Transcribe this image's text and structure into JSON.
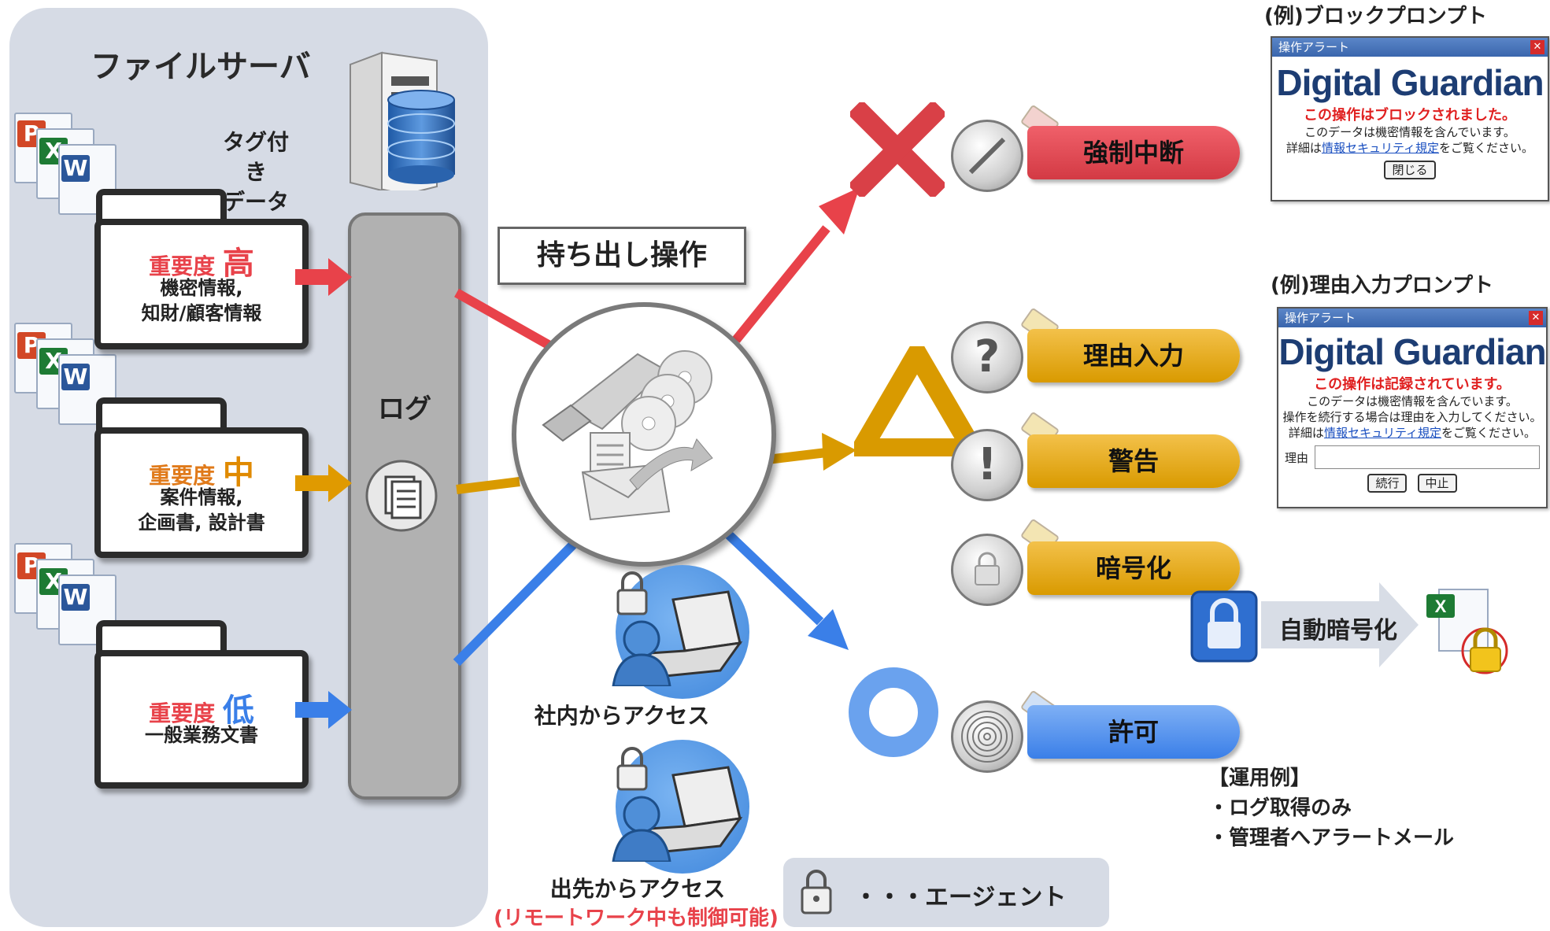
{
  "server": {
    "title": "ファイルサーバ",
    "tagged_data_line1": "タグ付き",
    "tagged_data_line2": "データ"
  },
  "levels": [
    {
      "prefix": "重要度",
      "level": "高",
      "desc_line1": "機密情報,",
      "desc_line2": "知財/顧客情報",
      "color": "#e8424a"
    },
    {
      "prefix": "重要度",
      "level": "中",
      "desc_line1": "案件情報,",
      "desc_line2": "企画書, 設計書",
      "color": "#e08a00"
    },
    {
      "prefix": "重要度",
      "level": "低",
      "desc_line1": "一般業務文書",
      "desc_line2": "",
      "color": "#3a7fe8"
    }
  ],
  "log_label": "ログ",
  "operation_label": "持ち出し操作",
  "access": {
    "internal": "社内からアクセス",
    "external": "出先からアクセス",
    "external_note": "(リモートワーク中も制御可能)"
  },
  "legend": {
    "text": "・・・エージェント"
  },
  "results": {
    "block": "強制中断",
    "reason": "理由入力",
    "warning": "警告",
    "encrypt": "暗号化",
    "allow": "許可"
  },
  "auto_encrypt": "自動暗号化",
  "operation_example": {
    "heading": "【運用例】",
    "items": [
      "・ログ取得のみ",
      "・管理者へアラートメール"
    ]
  },
  "dialog_block": {
    "caption": "(例)ブロックプロンプト",
    "title": "操作アラート",
    "brand": "Digital Guardian",
    "message": "この操作はブロックされました。",
    "line1": "このデータは機密情報を含んでいます。",
    "detail_prefix": "詳細は",
    "detail_link": "情報セキュリティ規定",
    "detail_suffix": "をご覧ください。",
    "button": "閉じる"
  },
  "dialog_reason": {
    "caption": "(例)理由入力プロンプト",
    "title": "操作アラート",
    "brand": "Digital Guardian",
    "message": "この操作は記録されています。",
    "line1": "このデータは機密情報を含んでいます。",
    "line2": "操作を続行する場合は理由を入力してください。",
    "detail_prefix": "詳細は",
    "detail_link": "情報セキュリティ規定",
    "detail_suffix": "をご覧ください。",
    "reason_label": "理由",
    "continue_button": "続行",
    "abort_button": "中止"
  },
  "colors": {
    "red": "#e8424a",
    "orange": "#d99a00",
    "blue": "#3a7fe8",
    "panel": "#d6dbe5"
  },
  "icons": [
    "server-icon",
    "database-icon",
    "usb-icon",
    "cd-icon",
    "mail-icon",
    "lock-icon",
    "laptop-icon",
    "user-icon",
    "prohibit-icon",
    "question-icon",
    "exclamation-icon",
    "fingerprint-icon",
    "excel-icon"
  ]
}
